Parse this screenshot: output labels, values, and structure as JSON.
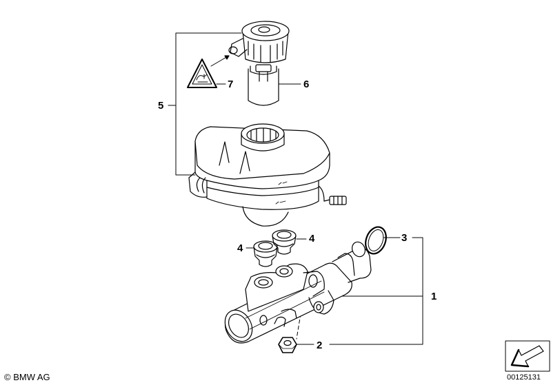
{
  "labels": {
    "l1": "1",
    "l2": "2",
    "l3": "3",
    "l4a": "4",
    "l4b": "4",
    "l5": "5",
    "l6": "6",
    "l7": "7"
  },
  "footer": {
    "copyright": "© BMW AG",
    "reference": "00125131"
  },
  "icons": {
    "warning": "brake-fluid-warning-icon",
    "corner": "navigation-arrow-icon"
  }
}
